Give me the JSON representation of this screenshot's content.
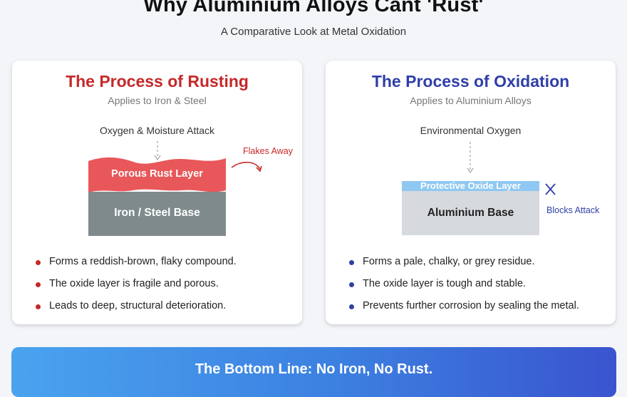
{
  "header": {
    "title": "Why Aluminium Alloys Cant 'Rust'",
    "subtitle": "A Comparative Look at Metal Oxidation"
  },
  "rusting": {
    "title": "The Process of Rusting",
    "subtitle": "Applies to Iron & Steel",
    "attack_label": "Oxygen & Moisture Attack",
    "layer_label": "Porous Rust Layer",
    "base_label": "Iron / Steel Base",
    "side_label": "Flakes Away",
    "bullets": [
      "Forms a reddish-brown, flaky compound.",
      "The oxide layer is fragile and porous.",
      "Leads to deep, structural deterioration."
    ],
    "accent_color": "#c62828",
    "layer_color": "#e8575a",
    "base_color": "#7f8a8c"
  },
  "oxidation": {
    "title": "The Process of Oxidation",
    "subtitle": "Applies to Aluminium Alloys",
    "attack_label": "Environmental Oxygen",
    "layer_label": "Protective Oxide Layer",
    "base_label": "Aluminium Base",
    "side_label": "Blocks Attack",
    "bullets": [
      "Forms a pale, chalky, or grey residue.",
      "The oxide layer is tough and stable.",
      "Prevents further corrosion by sealing the metal."
    ],
    "accent_color": "#2f3fa8",
    "layer_color": "#8fc8f2",
    "base_color": "#d6d9de"
  },
  "banner": {
    "text": "The Bottom Line: No Iron, No Rust."
  }
}
